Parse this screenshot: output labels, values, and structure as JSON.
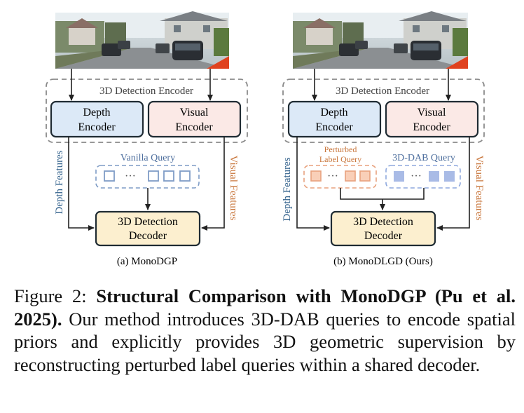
{
  "panel_a": {
    "encoder_group_label": "3D Detection Encoder",
    "depth_encoder": [
      "Depth",
      "Encoder"
    ],
    "visual_encoder": [
      "Visual",
      "Encoder"
    ],
    "depth_features_label": "Depth Features",
    "visual_features_label": "Visual Features",
    "query_label": "Vanilla Query",
    "decoder": [
      "3D Detection",
      "Decoder"
    ],
    "subcaption": "(a) MonoDGP"
  },
  "panel_b": {
    "encoder_group_label": "3D Detection Encoder",
    "depth_encoder": [
      "Depth",
      "Encoder"
    ],
    "visual_encoder": [
      "Visual",
      "Encoder"
    ],
    "depth_features_label": "Depth Features",
    "visual_features_label": "Visual Features",
    "perturbed_query_label": [
      "Perturbed",
      "Label Query"
    ],
    "dab_query_label": "3D-DAB Query",
    "decoder": [
      "3D Detection",
      "Decoder"
    ],
    "subcaption": "(b) MonoDLGD (Ours)"
  },
  "caption": {
    "prefix": "Figure 2: ",
    "bold": "Structural Comparison with MonoDGP (Pu et al. 2025).",
    "rest": " Our method introduces 3D-DAB queries to encode spatial priors and explicitly provides 3D geometric supervision by reconstructing perturbed label queries within a shared decoder."
  },
  "colors": {
    "depth_fill": "#dce9f7",
    "visual_fill": "#fbe9e6",
    "decoder_fill": "#fcefcf",
    "depth_text": "#2f5f8a",
    "visual_text": "#c8753a",
    "vanilla_query": "#7f9cc6",
    "perturbed_query": "#e8a27e",
    "dab_query": "#8fa9de"
  }
}
